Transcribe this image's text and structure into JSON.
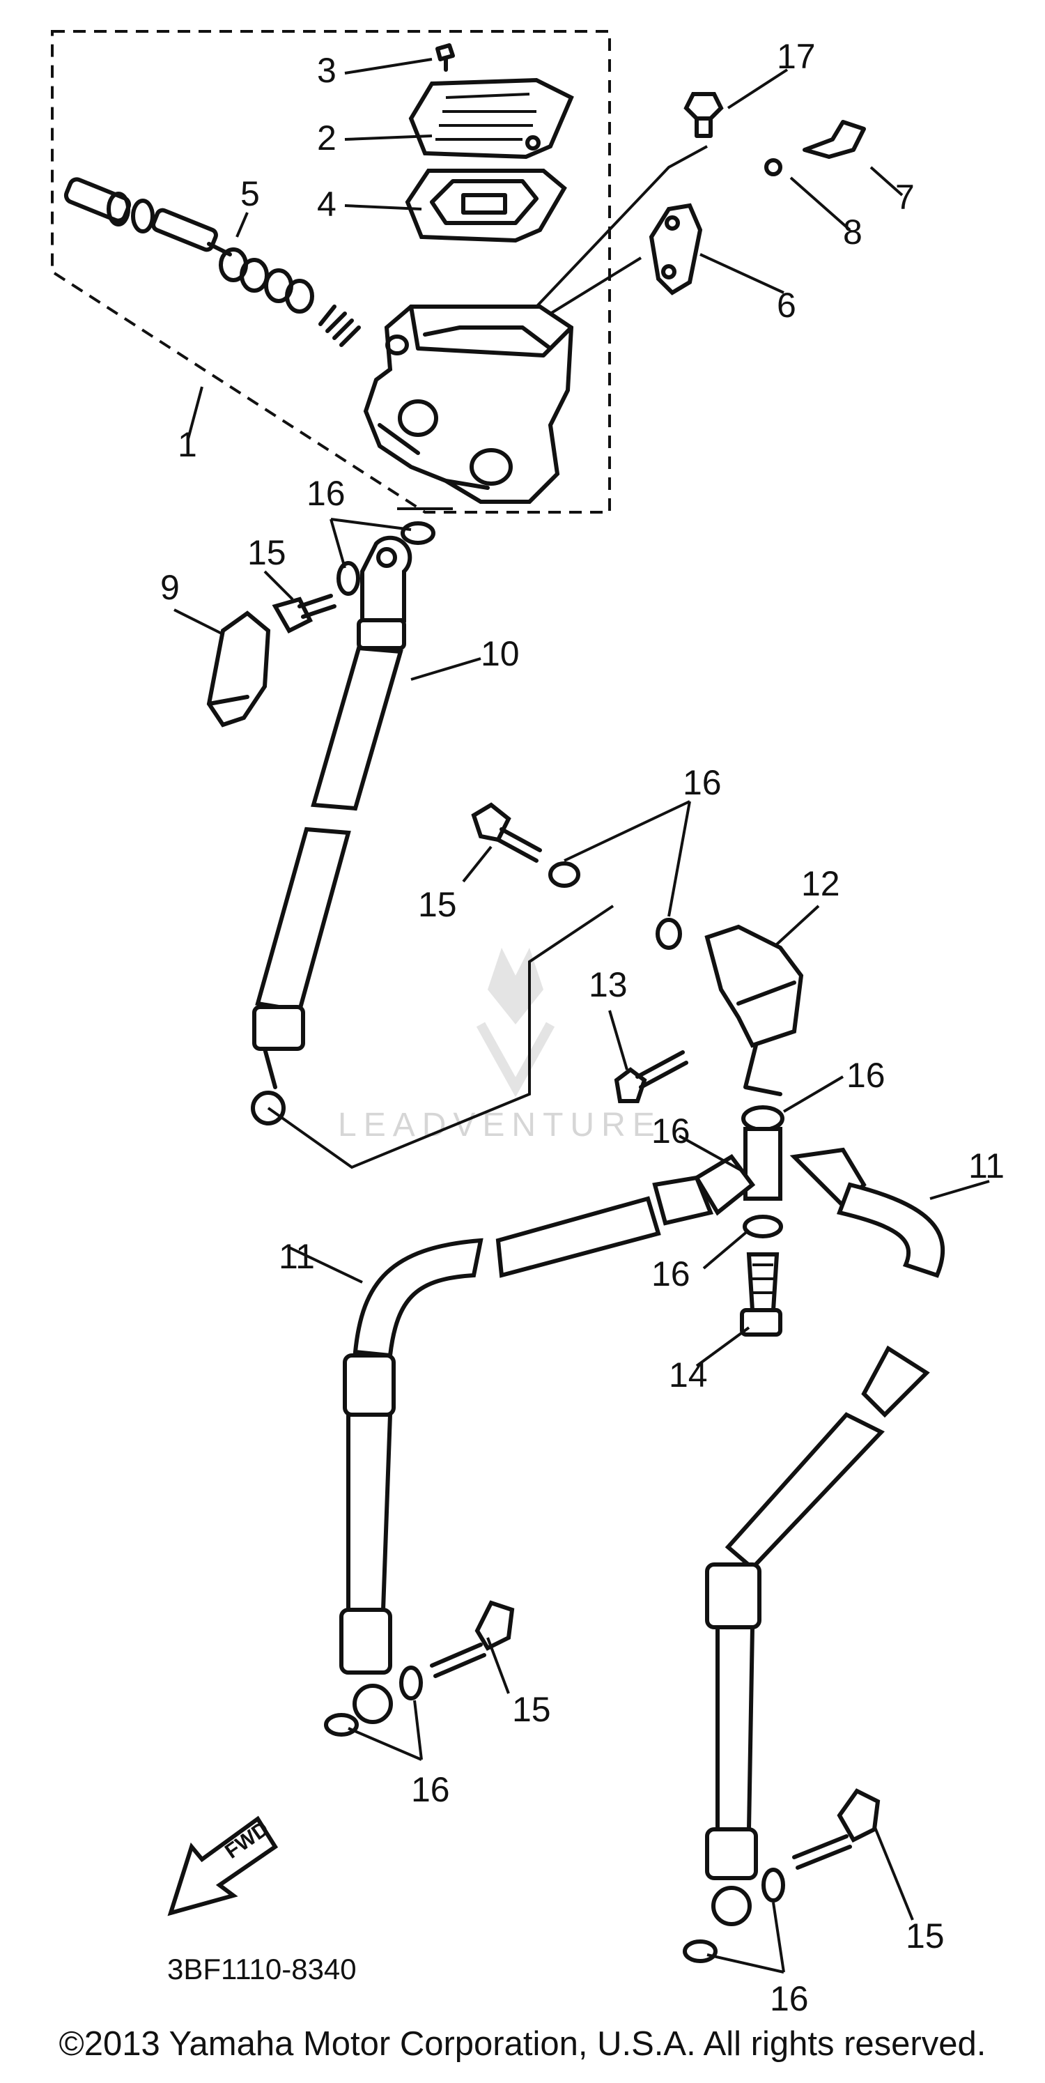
{
  "diagram": {
    "callouts": [
      "1",
      "2",
      "3",
      "4",
      "5",
      "6",
      "7",
      "8",
      "9",
      "10",
      "11",
      "11",
      "12",
      "13",
      "14",
      "15",
      "15",
      "15",
      "15",
      "16",
      "16",
      "16",
      "16",
      "16",
      "16",
      "17"
    ],
    "fwd_label": "FWD",
    "part_code": "3BF1110-8340",
    "watermark": "LEADVENTURE"
  },
  "footer": {
    "copyright": "©2013 Yamaha Motor Corporation, U.S.A. All rights reserved."
  }
}
